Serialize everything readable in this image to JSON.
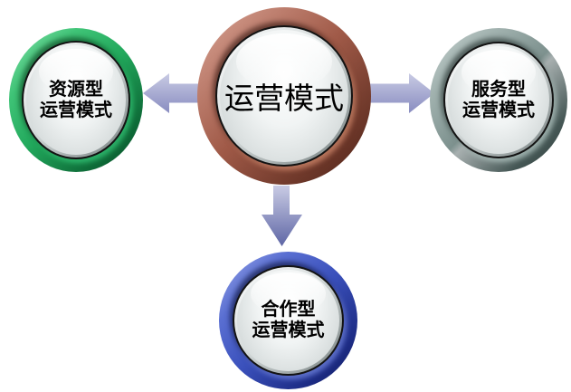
{
  "diagram": {
    "title": "运营模式",
    "center_node": {
      "label": "运营模式",
      "ring_color": "#a05a48"
    },
    "satellite_nodes": [
      {
        "id": "resource",
        "line1": "资源型",
        "line2": "运营模式",
        "ring_color": "#22a85c",
        "position": "left"
      },
      {
        "id": "service",
        "line1": "服务型",
        "line2": "运营模式",
        "ring_color": "#7d918e",
        "position": "right"
      },
      {
        "id": "cooperative",
        "line1": "合作型",
        "line2": "运营模式",
        "ring_color": "#3b51bc",
        "position": "bottom"
      }
    ],
    "arrows": [
      {
        "from": "center",
        "to": "resource",
        "direction": "left"
      },
      {
        "from": "center",
        "to": "service",
        "direction": "right"
      },
      {
        "from": "center",
        "to": "cooperative",
        "direction": "down"
      }
    ],
    "colors": {
      "background": "#ffffff",
      "text": "#000000",
      "arrow_light": "#c9cbe4",
      "arrow_mid": "#888cc0",
      "arrow_dark": "#5e66a5",
      "face_top": "#ffffff",
      "face_bottom": "#bac2c2"
    }
  }
}
